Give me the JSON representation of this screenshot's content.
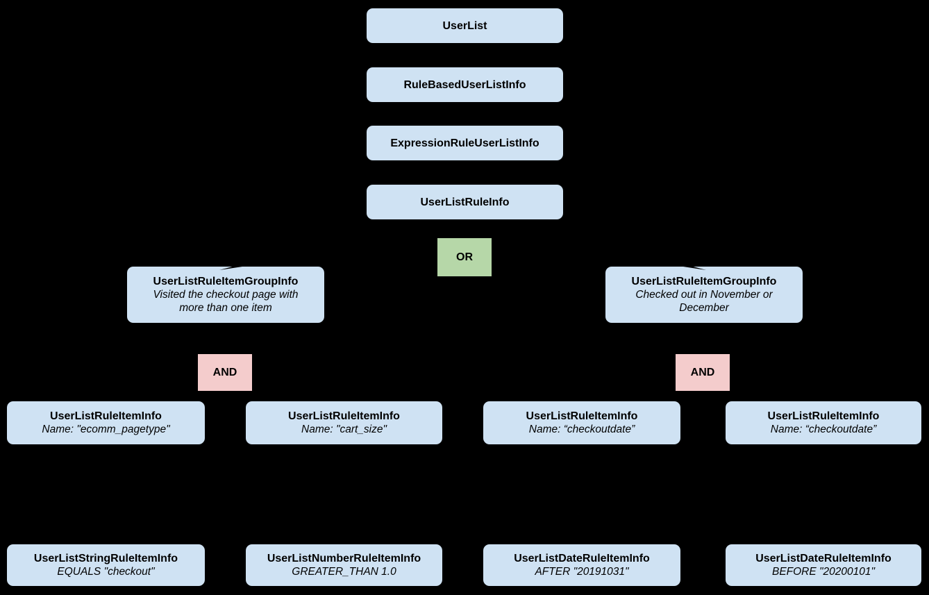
{
  "diagram": {
    "background_color": "#000000",
    "colors": {
      "node_fill": "#cfe2f3",
      "or_fill": "#b6d7a8",
      "and_fill": "#f4cccc",
      "text": "#000000"
    },
    "nodes": {
      "userlist": {
        "title": "UserList"
      },
      "rulebased": {
        "title": "RuleBasedUserListInfo"
      },
      "expressionrule": {
        "title": "ExpressionRuleUserListInfo"
      },
      "userlistrule": {
        "title": "UserListRuleInfo"
      },
      "or_operator": {
        "label": "OR"
      },
      "group_left": {
        "title": "UserListRuleItemGroupInfo",
        "description": "Visited the checkout page with more than one item"
      },
      "group_right": {
        "title": "UserListRuleItemGroupInfo",
        "description": "Checked out in November or December"
      },
      "and_left": {
        "label": "AND"
      },
      "and_right": {
        "label": "AND"
      },
      "item1": {
        "title": "UserListRuleItemInfo",
        "subtitle": "Name: \"ecomm_pagetype\""
      },
      "item2": {
        "title": "UserListRuleItemInfo",
        "subtitle": "Name: \"cart_size\""
      },
      "item3": {
        "title": "UserListRuleItemInfo",
        "subtitle": "Name: “checkoutdate”"
      },
      "item4": {
        "title": "UserListRuleItemInfo",
        "subtitle": "Name: “checkoutdate”"
      },
      "leaf1": {
        "title": "UserListStringRuleItemInfo",
        "subtitle": "EQUALS \"checkout\""
      },
      "leaf2": {
        "title": "UserListNumberRuleItemInfo",
        "subtitle": "GREATER_THAN 1.0"
      },
      "leaf3": {
        "title": "UserListDateRuleItemInfo",
        "subtitle": "AFTER \"20191031\""
      },
      "leaf4": {
        "title": "UserListDateRuleItemInfo",
        "subtitle": "BEFORE \"20200101\""
      }
    }
  }
}
